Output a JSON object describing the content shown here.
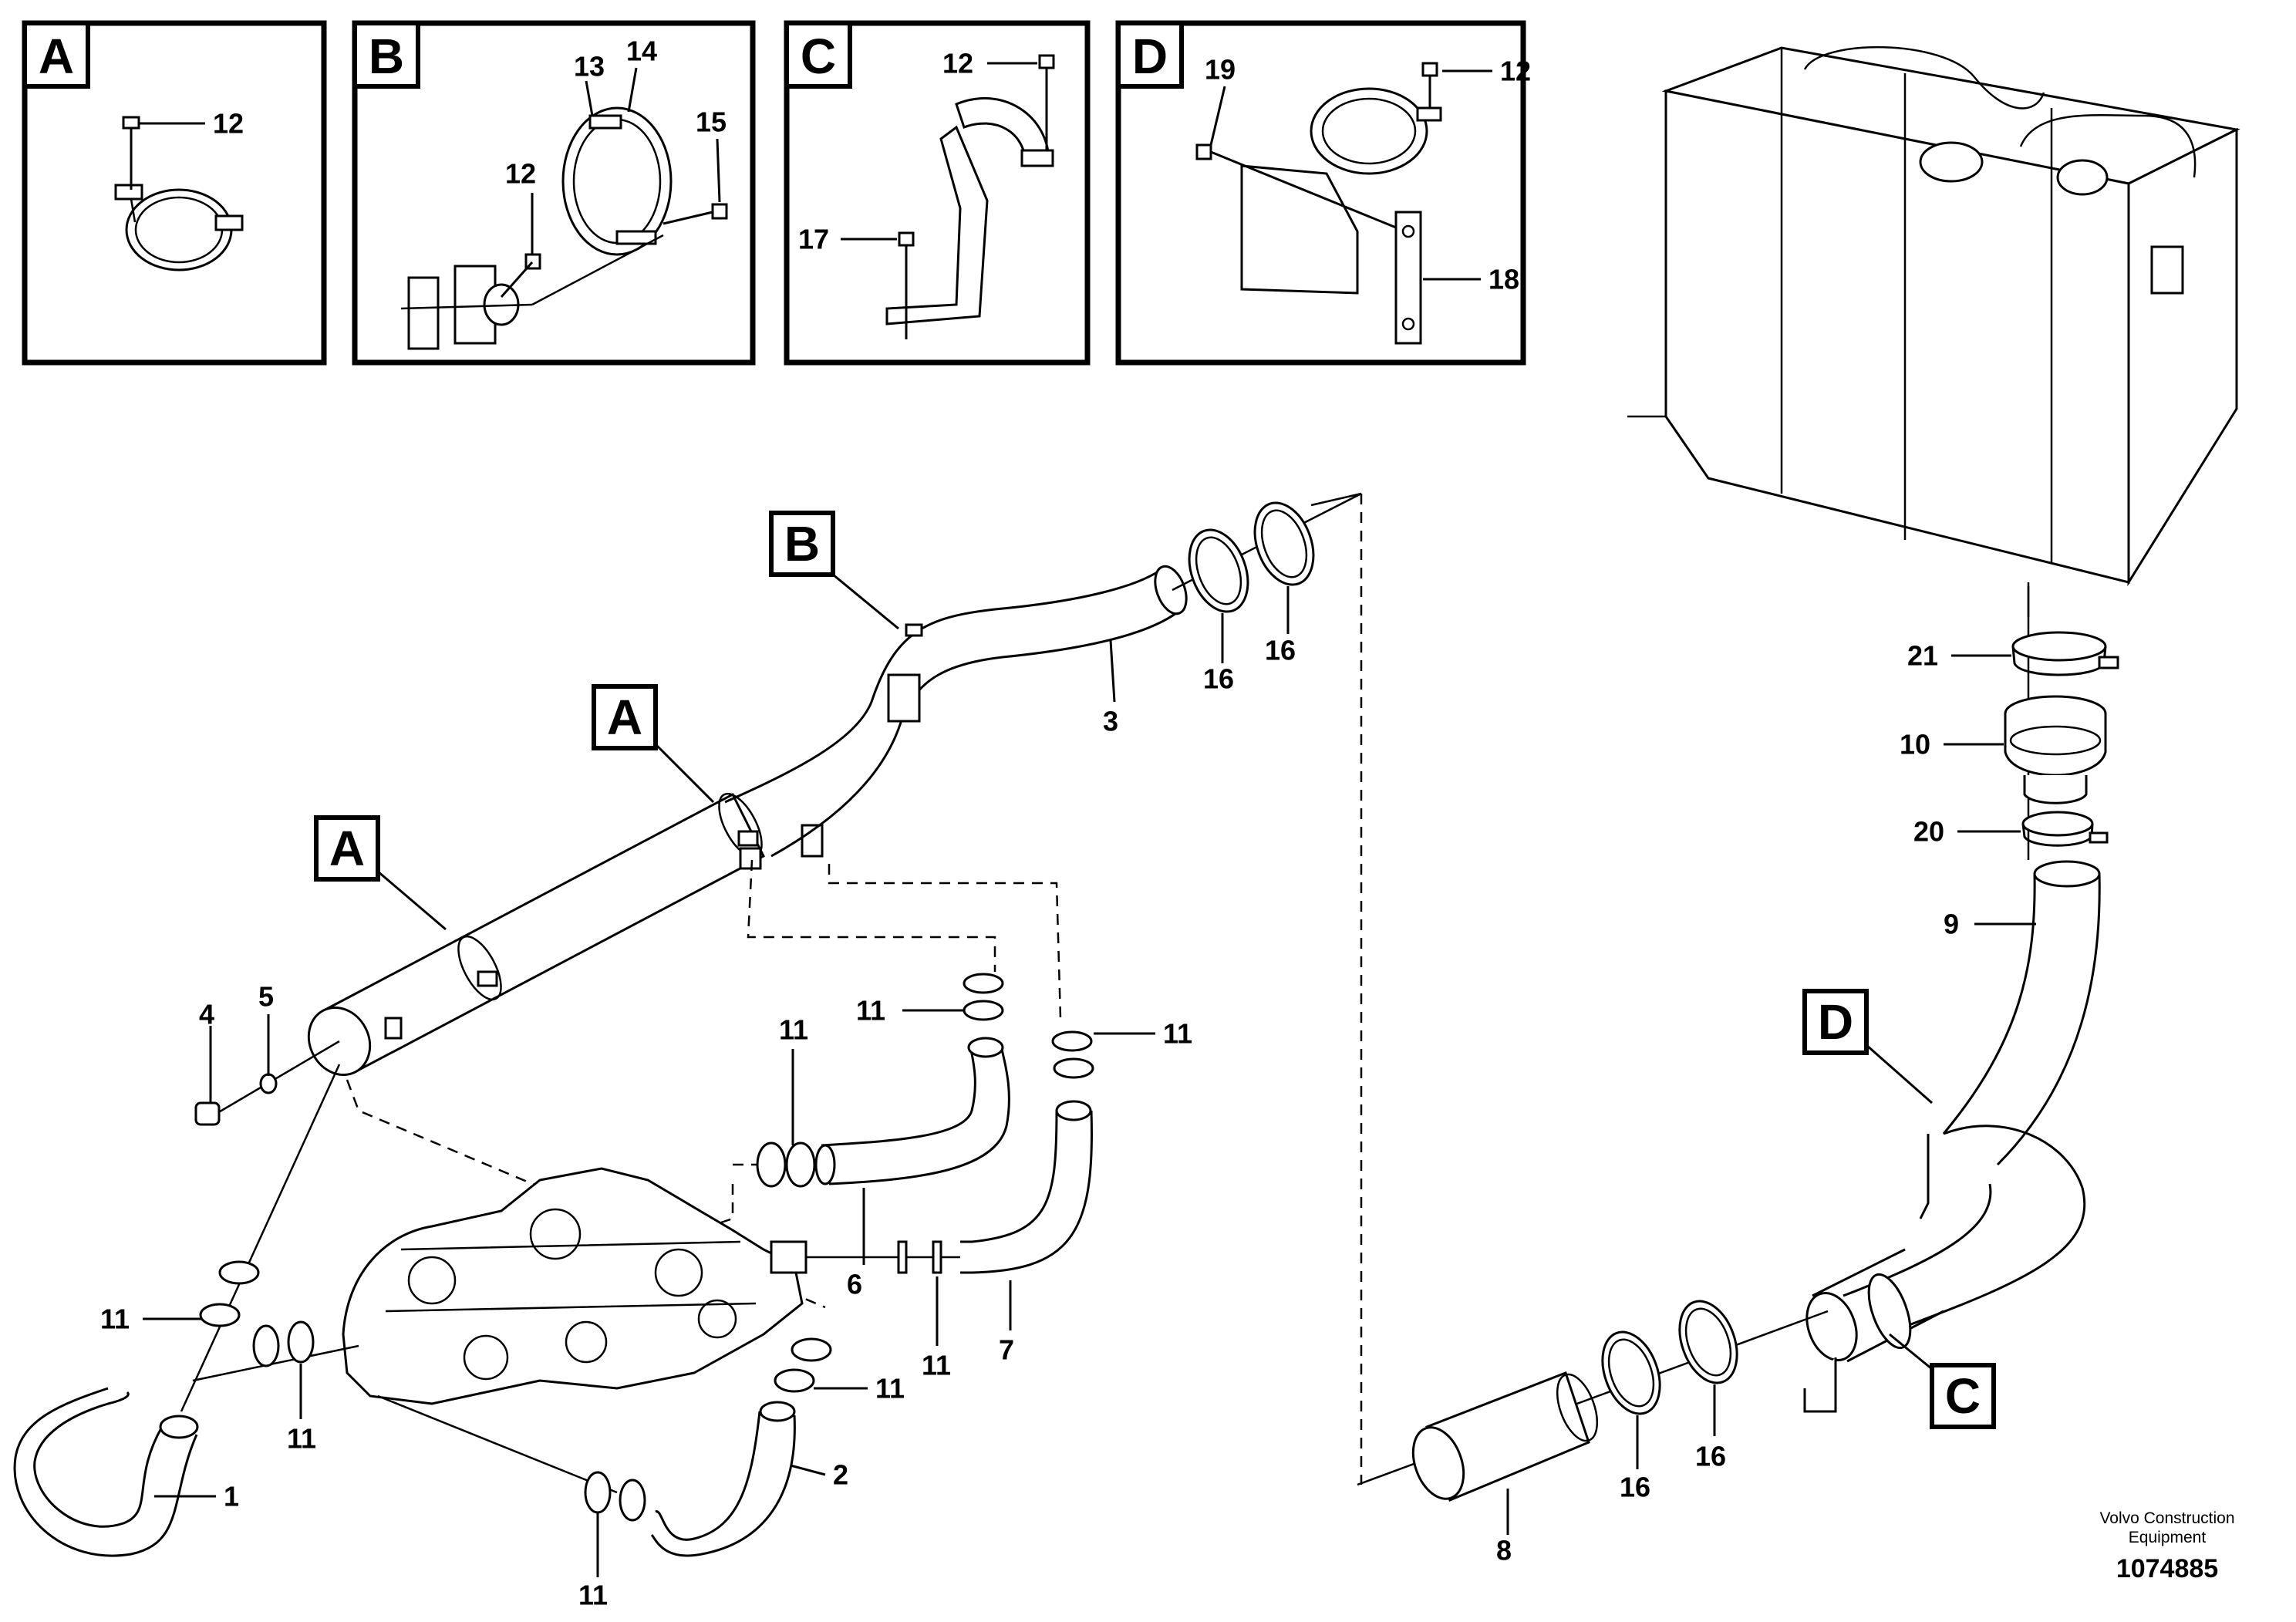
{
  "detail_views": {
    "a": {
      "tag": "A",
      "callouts": [
        "12"
      ]
    },
    "b": {
      "tag": "B",
      "callouts": [
        "13",
        "14",
        "15",
        "12"
      ]
    },
    "c": {
      "tag": "C",
      "callouts": [
        "12",
        "17"
      ]
    },
    "d": {
      "tag": "D",
      "callouts": [
        "19",
        "12",
        "18"
      ]
    }
  },
  "main": {
    "tags": {
      "b": "B",
      "a_upper": "A",
      "a_lower": "A",
      "d": "D",
      "c": "C"
    },
    "callouts": {
      "p1": "1",
      "p2": "2",
      "p3": "3",
      "p4": "4",
      "p5": "5",
      "p6": "6",
      "p7": "7",
      "p8": "8",
      "p9": "9",
      "p10": "10",
      "p20": "20",
      "p21": "21",
      "p11_a": "11",
      "p11_b": "11",
      "p11_c": "11",
      "p11_d": "11",
      "p11_e": "11",
      "p11_f": "11",
      "p11_g": "11",
      "p16_a": "16",
      "p16_b": "16",
      "p16_c": "16",
      "p16_d": "16"
    }
  },
  "footer": {
    "brand_line1": "Volvo Construction",
    "brand_line2": "Equipment",
    "doc_number": "1074885"
  }
}
